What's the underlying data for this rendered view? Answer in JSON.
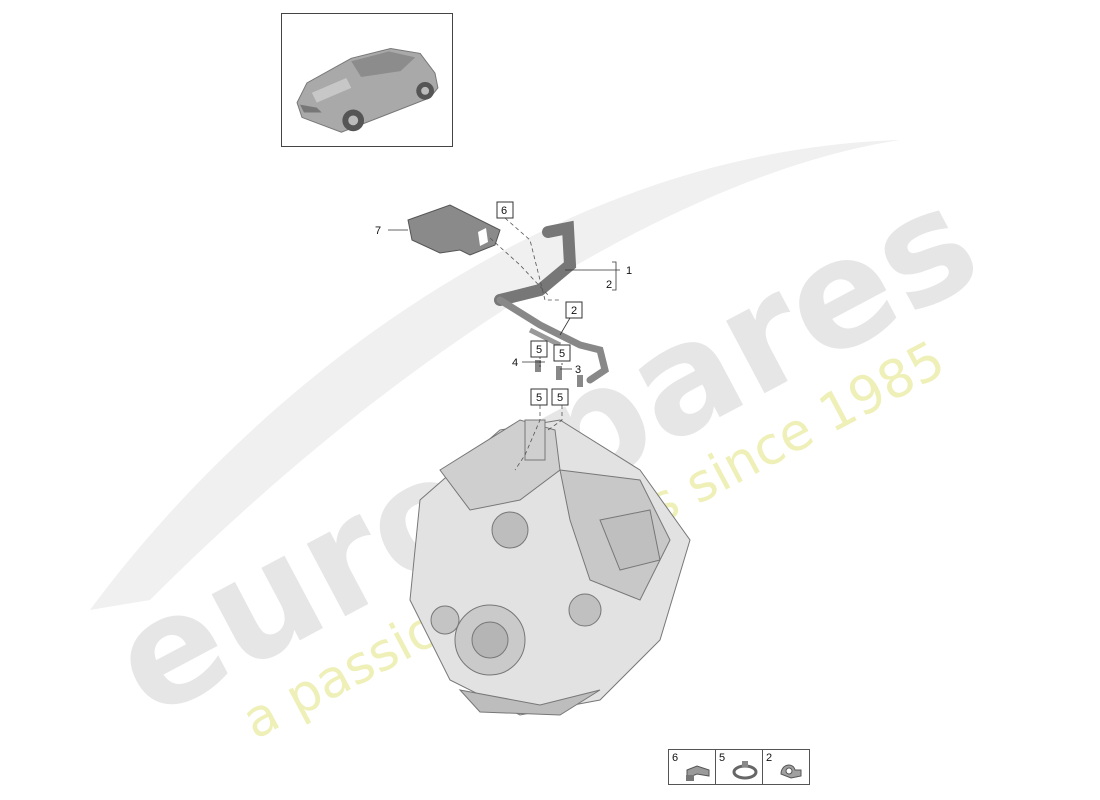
{
  "watermark": {
    "brand": "eurospares",
    "tagline": "a passion for parts since 1985"
  },
  "callouts": {
    "c1": "1",
    "c2": "2",
    "c3": "3",
    "c4": "4",
    "c7": "7",
    "box6": "6",
    "box2": "2",
    "box5a": "5",
    "box5b": "5",
    "box5c": "5",
    "box5d": "5"
  },
  "legend": {
    "items": [
      {
        "num": "6",
        "icon": "bracket-clip-icon"
      },
      {
        "num": "5",
        "icon": "hose-clamp-icon"
      },
      {
        "num": "2",
        "icon": "pipe-clip-icon"
      }
    ]
  }
}
